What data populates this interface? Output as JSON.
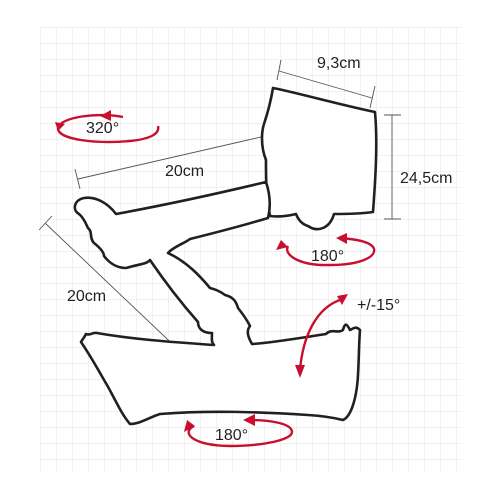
{
  "labels": {
    "top_width": "9,3cm",
    "top_rotation": "320°",
    "upper_arm_length": "20cm",
    "height": "24,5cm",
    "head_rotation": "180°",
    "lower_arm_length": "20cm",
    "tilt": "+/-15°",
    "base_rotation": "180°"
  },
  "colors": {
    "outline": "#231f20",
    "arrow": "#c8102e",
    "grid": "#e3e3e3",
    "dimension": "#555555"
  },
  "icons": {
    "rotation_arrow": "curved-rotation-arrow",
    "tilt_arrow": "double-headed-arc-arrow"
  }
}
